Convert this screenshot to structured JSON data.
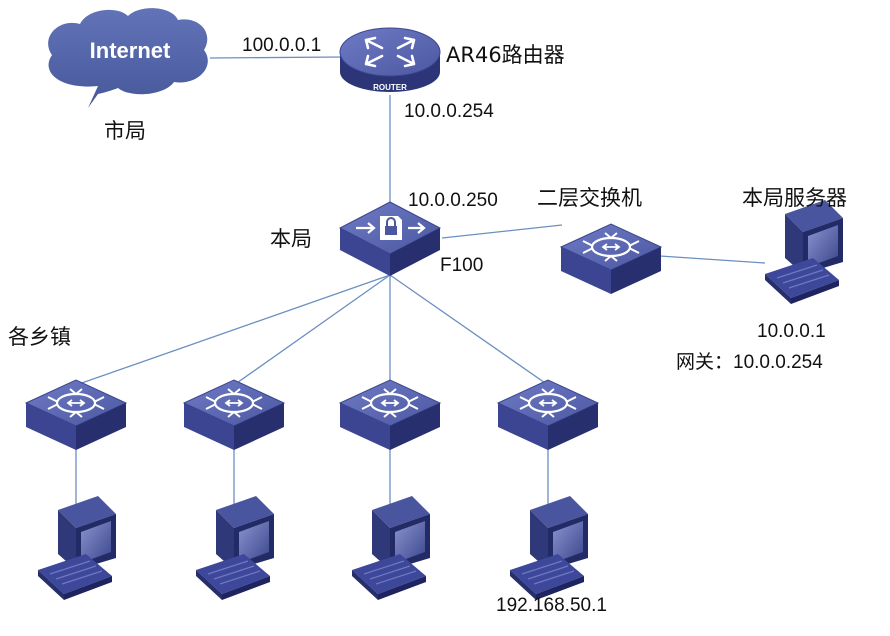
{
  "cloud": {
    "label": "Internet",
    "caption": "市局"
  },
  "router": {
    "badge": "ROUTER",
    "name": "AR46路由器",
    "wan_ip": "100.0.0.1",
    "lan_ip": "10.0.0.254"
  },
  "firewall": {
    "name": "本局",
    "model": "F100",
    "ip": "10.0.0.250"
  },
  "l2switch": {
    "name": "二层交换机"
  },
  "server": {
    "name": "本局服务器",
    "ip": "10.0.0.1",
    "gateway": "网关：10.0.0.254"
  },
  "towns": {
    "label": "各乡镇",
    "last_pc_ip": "192.168.50.1"
  },
  "colors": {
    "device_top": "#5a67b5",
    "device_side": "#2c3577",
    "device_front": "#3d4793",
    "cloud": "#5466a8",
    "line": "#6b8fc0"
  }
}
